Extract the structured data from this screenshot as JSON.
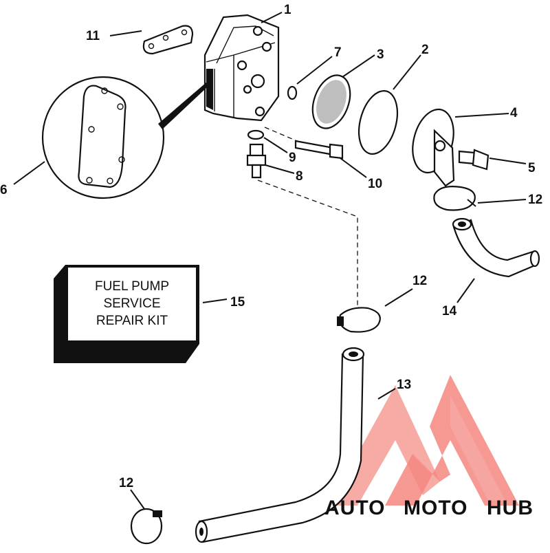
{
  "callouts": {
    "c1": "1",
    "c2": "2",
    "c3": "3",
    "c4": "4",
    "c5": "5",
    "c6": "6",
    "c7": "7",
    "c8": "8",
    "c9": "9",
    "c10": "10",
    "c11": "11",
    "c12a": "12",
    "c12b": "12",
    "c12c": "12",
    "c13": "13",
    "c14": "14",
    "c15": "15"
  },
  "kit_box": {
    "line1": "FUEL PUMP",
    "line2": "SERVICE",
    "line3": "REPAIR KIT"
  },
  "watermark": {
    "part1": "AUTO",
    "part2": "MOTO",
    "part3": "HUB",
    "colors": {
      "auto": "#f5c57a",
      "moto": "#f08a80",
      "hub": "#9a9a9a",
      "triangle": "#f47a72"
    }
  }
}
